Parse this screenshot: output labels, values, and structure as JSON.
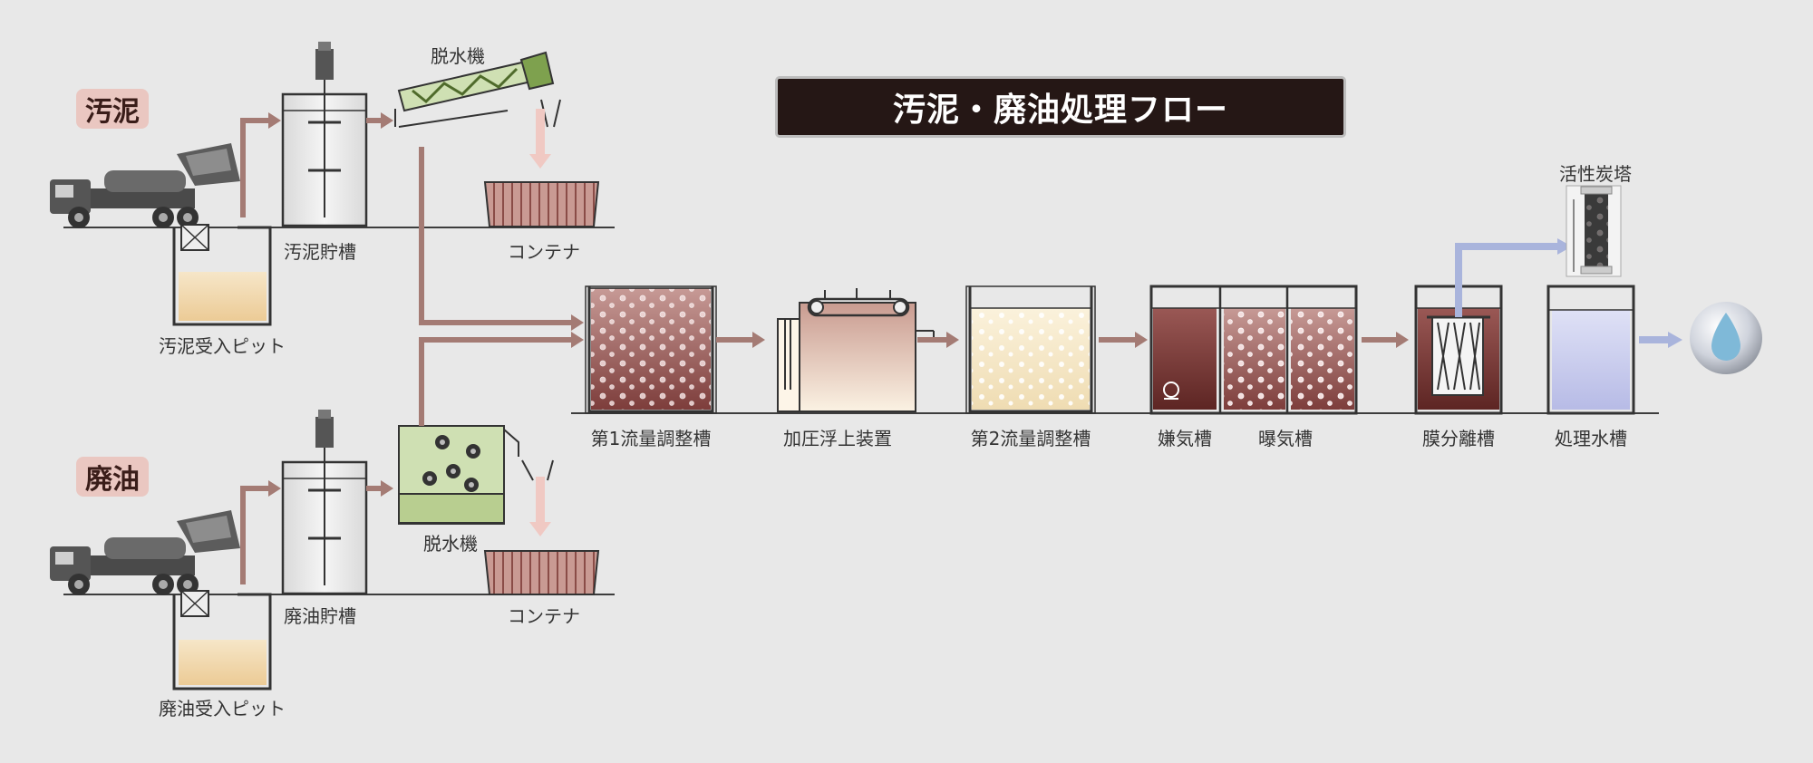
{
  "title": "汚泥・廃油処理フロー",
  "categories": {
    "sludge": "汚泥",
    "waste_oil": "廃油"
  },
  "labels": {
    "dehydrator_top": "脱水機",
    "dehydrator_bottom": "脱水機",
    "container_top": "コンテナ",
    "container_bottom": "コンテナ",
    "sludge_storage": "汚泥貯槽",
    "oil_storage": "廃油貯槽",
    "sludge_pit": "汚泥受入ピット",
    "oil_pit": "廃油受入ピット",
    "flow_adjust_1": "第1流量調整槽",
    "daf": "加圧浮上装置",
    "flow_adjust_2": "第2流量調整槽",
    "anaerobic": "嫌気槽",
    "aeration": "曝気槽",
    "membrane": "膜分離槽",
    "treated_water": "処理水槽",
    "carbon_tower": "活性炭塔"
  },
  "colors": {
    "background": "#e8e8e8",
    "banner": "#251715",
    "badge": "#eac7c1",
    "flow_arrow": "#a47b74",
    "water_arrow": "#a9b4dc",
    "sludge_liquid": "#7a3a38",
    "pit_liquid": "#f2d7ae",
    "treated_liquid": "#c8cbec"
  }
}
